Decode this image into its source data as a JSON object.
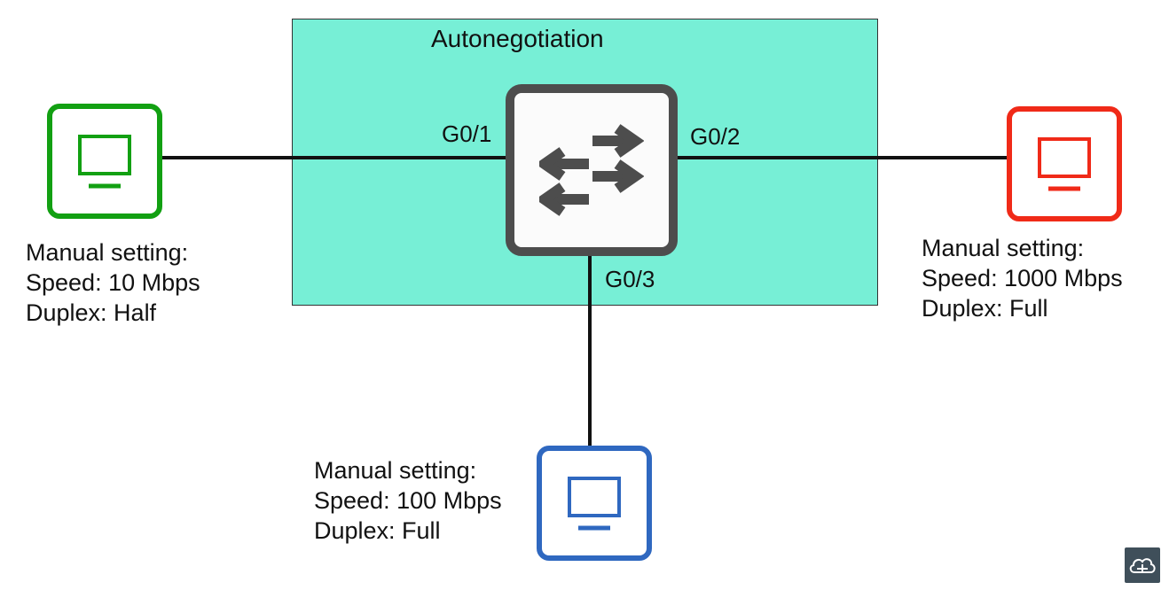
{
  "zone": {
    "label": "Autonegotiation",
    "fill": "#77efd6"
  },
  "switch": {
    "icon": "switch-arrows-icon",
    "ports": {
      "g01": "G0/1",
      "g02": "G0/2",
      "g03": "G0/3"
    }
  },
  "hosts": {
    "left": {
      "color": "#12a012",
      "icon": "monitor-icon",
      "line1": "Manual setting:",
      "line2": "Speed: 10 Mbps",
      "line3": "Duplex: Half"
    },
    "right": {
      "color": "#f02a18",
      "icon": "monitor-icon",
      "line1": "Manual setting:",
      "line2": "Speed: 1000 Mbps",
      "line3": "Duplex: Full"
    },
    "bottom": {
      "color": "#2f68c0",
      "icon": "monitor-icon",
      "line1": "Manual setting:",
      "line2": "Speed: 100 Mbps",
      "line3": "Duplex: Full"
    }
  },
  "logo": {
    "icon": "cloud-network-icon"
  }
}
